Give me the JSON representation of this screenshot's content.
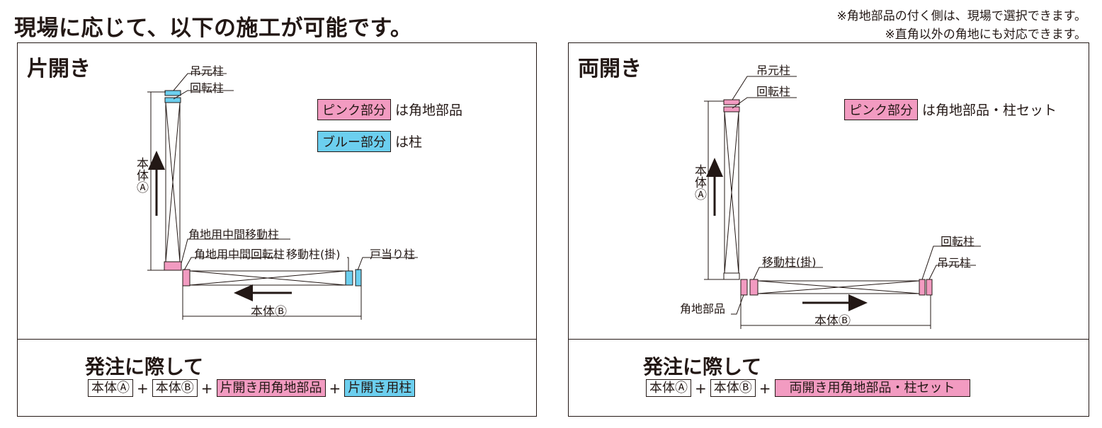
{
  "heading": "現場に応じて、以下の施工が可能です。",
  "notes": [
    "※角地部品の付く側は、現場で選択できます。",
    "※直角以外の角地にも対応できます。"
  ],
  "colors": {
    "pink": "#f29bc1",
    "blue": "#6ccfef",
    "line": "#231815"
  },
  "left": {
    "title": "片開き",
    "labels": {
      "tsurimoto": "吊元柱",
      "kaiten": "回転柱",
      "kadochi_idou": "角地用中間移動柱",
      "kadochi_kaiten": "角地用中間回転柱",
      "idou_kake": "移動柱(掛)",
      "toatari": "戸当り柱",
      "body_a": "本体Ⓐ",
      "body_b": "本体Ⓑ"
    },
    "legend": [
      {
        "chip": "ピンク部分",
        "text": "は角地部品"
      },
      {
        "chip": "ブルー部分",
        "text": "は柱"
      }
    ],
    "order": {
      "title": "発注に際して",
      "items": [
        "本体Ⓐ",
        "本体Ⓑ",
        "片開き用角地部品",
        "片開き用柱"
      ],
      "plus": "+"
    }
  },
  "right": {
    "title": "両開き",
    "labels": {
      "tsurimoto_top": "吊元柱",
      "kaiten_top": "回転柱",
      "body_a": "本体Ⓐ",
      "idou_kake": "移動柱(掛)",
      "kadochi": "角地部品",
      "kaiten_right": "回転柱",
      "tsurimoto_right": "吊元柱",
      "body_b": "本体Ⓑ"
    },
    "legend": [
      {
        "chip": "ピンク部分",
        "text": "は角地部品・柱セット"
      }
    ],
    "order": {
      "title": "発注に際して",
      "items": [
        "本体Ⓐ",
        "本体Ⓑ",
        "両開き用角地部品・柱セット"
      ],
      "plus": "+"
    }
  }
}
